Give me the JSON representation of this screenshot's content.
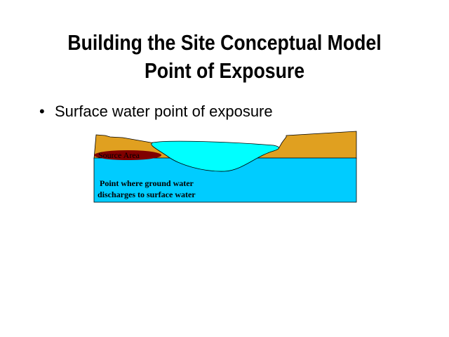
{
  "title_line1": "Building the Site Conceptual Model",
  "title_line2": "Point of Exposure",
  "bullet": {
    "marker": "•",
    "text": "Surface water point of exposure"
  },
  "diagram": {
    "source_label": "Source Area",
    "discharge_line1": "Point where ground water",
    "discharge_line2": "discharges to surface water",
    "colors": {
      "soil": "#E0A020",
      "groundwater": "#00CCFF",
      "surface_water": "#00FFFF",
      "source": "#800000"
    }
  }
}
